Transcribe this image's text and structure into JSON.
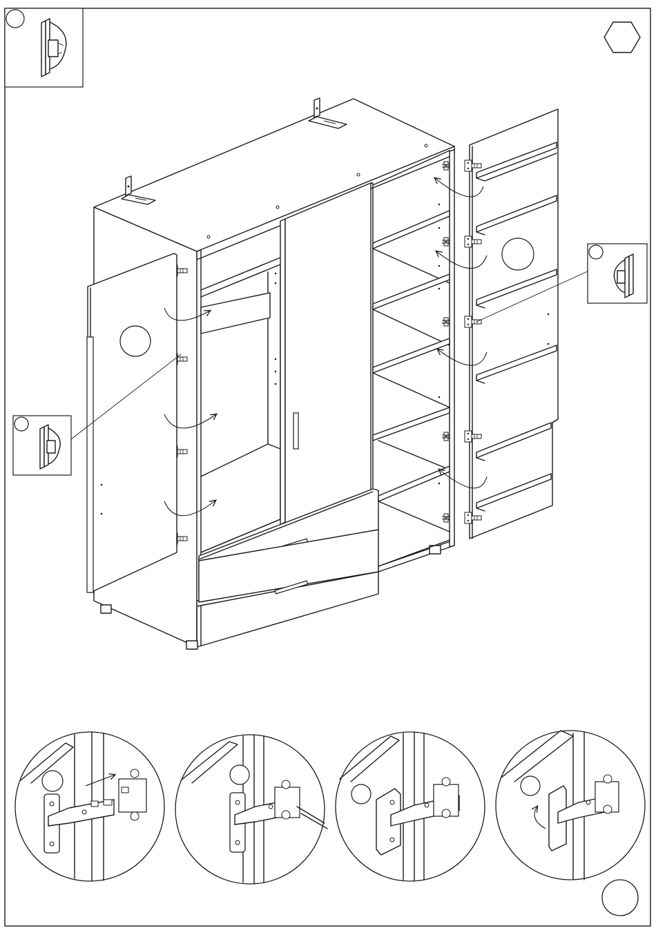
{
  "sheet": {
    "step_marker": {
      "shape": "hexagon",
      "label": ""
    },
    "page_marker": {
      "shape": "circle",
      "label": ""
    }
  },
  "insets": [
    {
      "id": "top-left-inset",
      "number": "",
      "shows": "hinge-on-door-edge"
    },
    {
      "id": "left-door-inset",
      "number": "",
      "shows": "hinge-on-door-edge"
    },
    {
      "id": "right-door-inset",
      "number": "",
      "shows": "hinge-on-door-edge"
    }
  ],
  "door_callouts": [
    {
      "id": "left-door-circle",
      "number": ""
    },
    {
      "id": "right-door-circle",
      "number": ""
    }
  ],
  "hinge_steps": [
    {
      "id": "hinge-step-1",
      "number": "",
      "action": "slide-in"
    },
    {
      "id": "hinge-step-2",
      "number": "",
      "action": "tighten-screw"
    },
    {
      "id": "hinge-step-3",
      "number": "",
      "action": "clip-on"
    },
    {
      "id": "hinge-step-4",
      "number": "",
      "action": "swing-close"
    }
  ],
  "colors": {
    "line": "#1a1a1a",
    "paper": "#ffffff"
  }
}
